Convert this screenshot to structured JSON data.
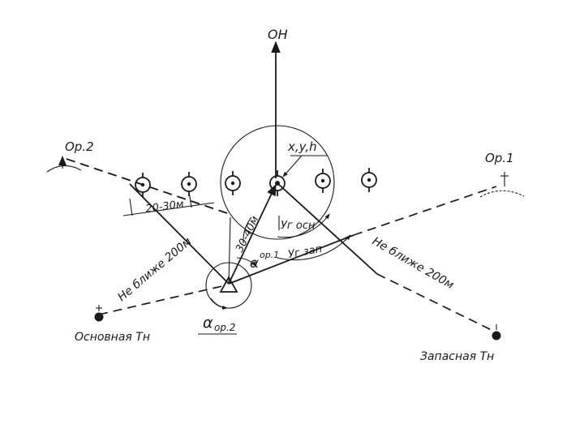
{
  "north_label": "ОН",
  "center_label": "x,y,h",
  "orienting_points": [
    {
      "id": "op2",
      "label": "Ор.2"
    },
    {
      "id": "op1",
      "label": "Ор.1"
    }
  ],
  "station_labels": {
    "main": "Основная Тн",
    "reserve": "Запасная Тн"
  },
  "distance_labels": {
    "interval": "20-30м",
    "to_center": "30-40м",
    "min_left": "Не ближе 200м",
    "min_right": "Не ближе 200м"
  },
  "angle_labels": {
    "main_angle": "Уг осн",
    "reserve_angle": "Уг зап",
    "alpha_op1_symbol": "α",
    "alpha_op1_sub": "ор.1",
    "alpha_op2_symbol": "α",
    "alpha_op2_sub": "ор.2"
  },
  "firing_positions": [
    {
      "id": "gun-1"
    },
    {
      "id": "gun-2"
    },
    {
      "id": "gun-3"
    },
    {
      "id": "gun-4"
    },
    {
      "id": "gun-5"
    },
    {
      "id": "gun-6"
    }
  ]
}
